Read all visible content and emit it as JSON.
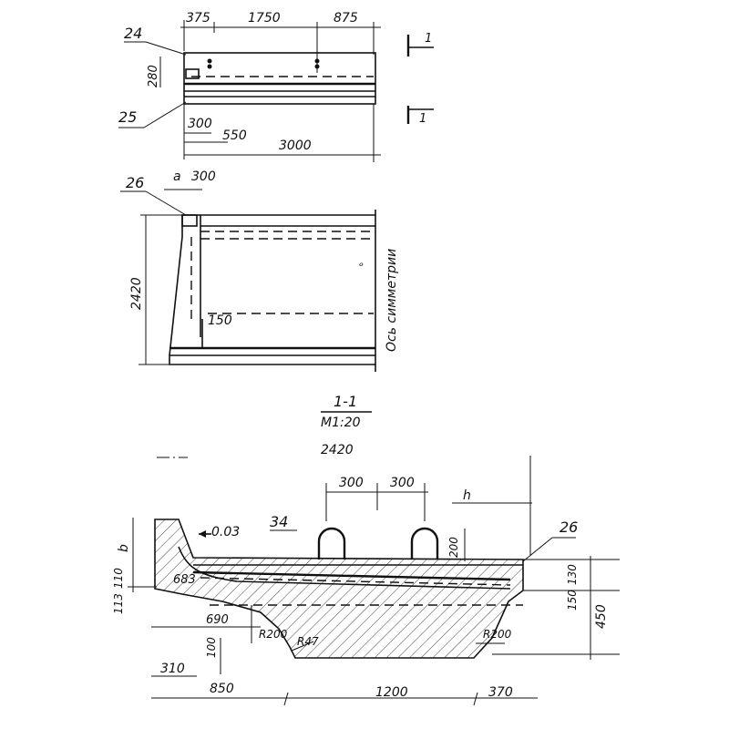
{
  "plan_view": {
    "dims_top": [
      "375",
      "1750",
      "875"
    ],
    "dim_left": "280",
    "callout_top": "24",
    "callout_bottom": "25",
    "dim_300": "300",
    "dim_550": "550",
    "dim_3000": "3000",
    "section_mark": "1"
  },
  "side_view": {
    "callout": "26",
    "dim_a": "a",
    "dim_300": "300",
    "dim_2420": "2420",
    "dim_150": "150",
    "axis_label": "Ось симметрии"
  },
  "section": {
    "title": "1-1",
    "scale": "M1:20",
    "dim_2420": "2420",
    "dim_300_left": "300",
    "dim_300_right": "300",
    "dim_h": "h",
    "label_slope": "0.03",
    "label_34": "34",
    "label_26": "26",
    "dim_200": "200",
    "dim_b": "b",
    "dim_113": "113",
    "dim_110": "110",
    "dim_683": "683",
    "dim_690": "690",
    "dim_R200_left": "R200",
    "dim_R47": "R47",
    "dim_R200_right": "R200",
    "dim_100": "100",
    "dim_310": "310",
    "dim_850": "850",
    "dim_1200": "1200",
    "dim_370": "370",
    "dim_150": "150",
    "dim_130": "130",
    "dim_450": "450"
  }
}
